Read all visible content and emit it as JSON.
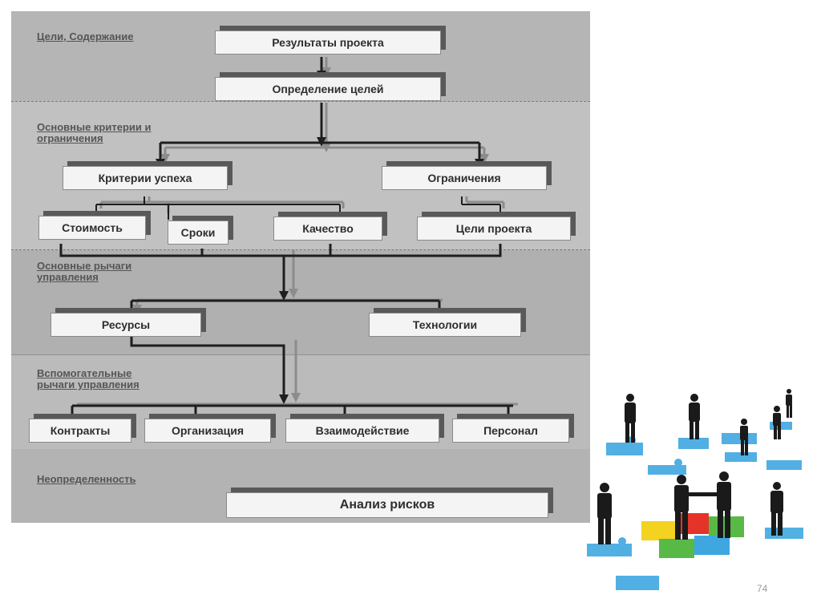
{
  "sections": {
    "goals": "Цели, Содержание",
    "criteria": "Основные критерии и\nограничения",
    "levers": "Основные рычаги\nуправления",
    "aux_levers": "Вспомогательные\nрычаги управления",
    "uncertainty": "Неопределенность"
  },
  "boxes": {
    "results": "Результаты проекта",
    "goal_definition": "Определение целей",
    "success_criteria": "Критерии успеха",
    "constraints": "Ограничения",
    "cost": "Стоимость",
    "timing": "Сроки",
    "quality": "Качество",
    "project_goals": "Цели проекта",
    "resources": "Ресурсы",
    "technologies": "Технологии",
    "contracts": "Контракты",
    "organization": "Организация",
    "interaction": "Взаимодействие",
    "personnel": "Персонал",
    "risk_analysis": "Анализ рисков"
  },
  "page_number": "74",
  "colors": {
    "diagram_bg": "#b8b8b8",
    "box_bg": "#f4f4f4",
    "box_shadow": "#595959",
    "connector": "#1e1e1e",
    "connector_shadow": "#8c8c8c",
    "puzzle_blue": "#3fa7e0",
    "puzzle_green": "#58b947",
    "puzzle_yellow": "#f3d31f",
    "puzzle_red": "#e5332a"
  },
  "illustration_icons": [
    "businessman-icon",
    "puzzle-piece-icon",
    "handshake-icon"
  ]
}
